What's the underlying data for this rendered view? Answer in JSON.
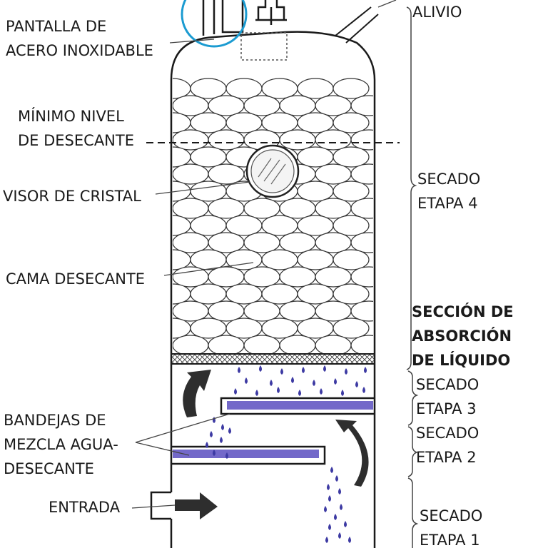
{
  "labels": {
    "pantalla_1": "PANTALLA DE",
    "pantalla_2": "ACERO INOXIDABLE",
    "minimo_1": "MÍNIMO NIVEL",
    "minimo_2": "DE DESECANTE",
    "visor": "VISOR DE CRISTAL",
    "cama": "CAMA DESECANTE",
    "bandejas_1": "BANDEJAS DE",
    "bandejas_2": "MEZCLA AGUA-",
    "bandejas_3": "DESECANTE",
    "entrada": "ENTRADA",
    "alivio": "ALIVIO",
    "etapa4_1": "SECADO",
    "etapa4_2": "ETAPA 4",
    "seccion_1": "SECCIÓN DE",
    "seccion_2": "ABSORCIÓN",
    "seccion_3": "DE LÍQUIDO",
    "etapa3_1": "SECADO",
    "etapa3_2": "ETAPA 3",
    "etapa2_1": "SECADO",
    "etapa2_2": "ETAPA 2",
    "etapa1_1": "SECADO",
    "etapa1_2": "ETAPA 1"
  },
  "colors": {
    "line": "#1a1a1a",
    "highlight_circle": "#1b9bd1",
    "tray_fill": "#5b4fc0",
    "drops": "#3d3aa3",
    "arrow": "#2e2e2e"
  }
}
